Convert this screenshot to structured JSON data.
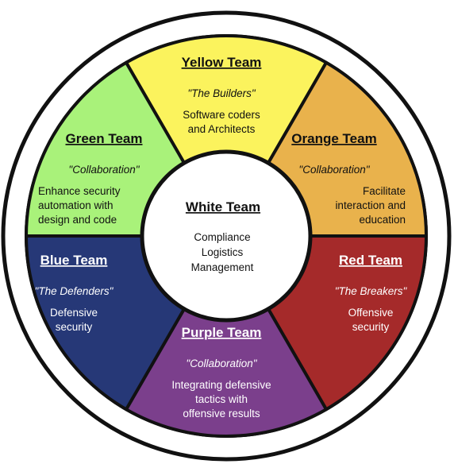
{
  "center": {
    "title": "White Team",
    "lines": [
      "Compliance",
      "Logistics",
      "Management"
    ]
  },
  "segments": [
    {
      "id": "yellow",
      "name": "Yellow Team",
      "motto": "\"The Builders\"",
      "desc": [
        "Software coders",
        "and Architects"
      ],
      "color": "#fbf35d",
      "text_color": "#111111"
    },
    {
      "id": "orange",
      "name": "Orange Team",
      "motto": "\"Collaboration\"",
      "desc": [
        "Facilitate",
        "interaction and",
        "education"
      ],
      "color": "#e9b24c",
      "text_color": "#111111"
    },
    {
      "id": "red",
      "name": "Red Team",
      "motto": "\"The Breakers\"",
      "desc": [
        "Offensive",
        "security"
      ],
      "color": "#a52a2a",
      "text_color": "#ffffff"
    },
    {
      "id": "purple",
      "name": "Purple Team",
      "motto": "\"Collaboration\"",
      "desc": [
        "Integrating defensive",
        "tactics with",
        "offensive results"
      ],
      "color": "#7b3f8c",
      "text_color": "#ffffff"
    },
    {
      "id": "blue",
      "name": "Blue Team",
      "motto": "\"The Defenders\"",
      "desc": [
        "Defensive",
        "security"
      ],
      "color": "#263877",
      "text_color": "#ffffff"
    },
    {
      "id": "green",
      "name": "Green Team",
      "motto": "\"Collaboration\"",
      "desc": [
        "Enhance security",
        "automation with",
        "design and code"
      ],
      "color": "#a9f27a",
      "text_color": "#111111"
    }
  ]
}
